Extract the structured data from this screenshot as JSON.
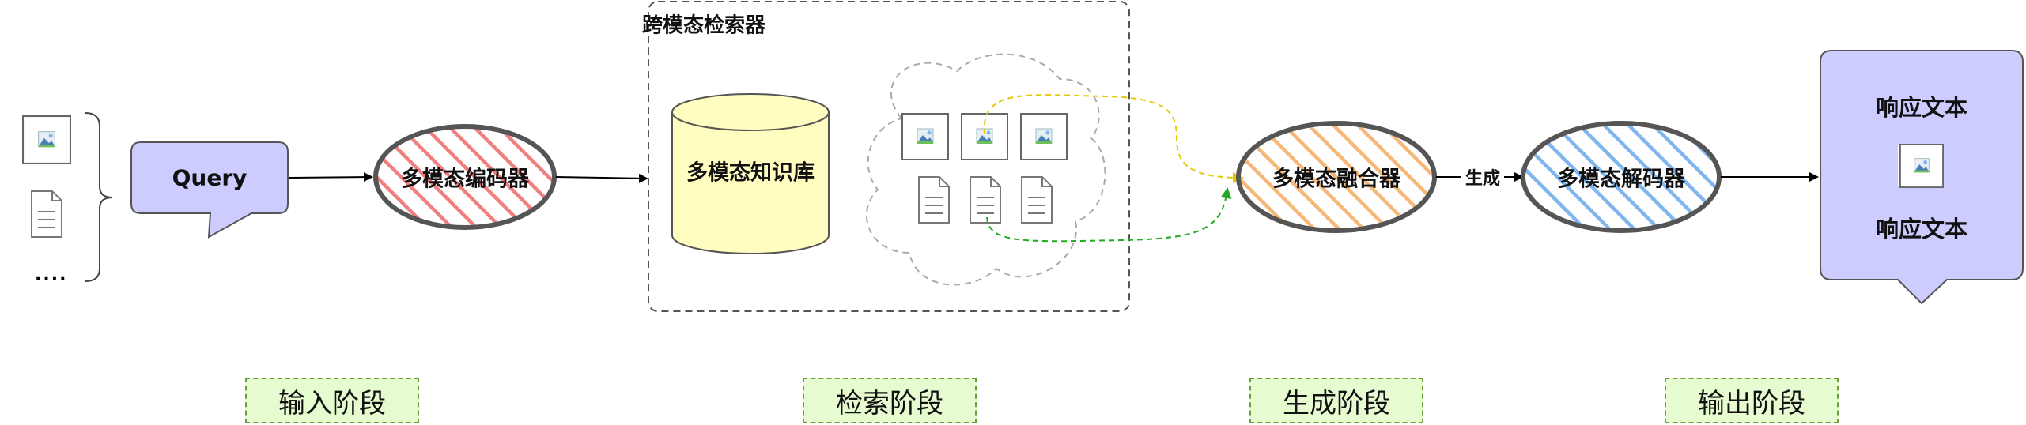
{
  "input": {
    "ellipsis": "...."
  },
  "query": {
    "label": "Query"
  },
  "encoder": {
    "label": "多模态编码器",
    "color": "#f08080"
  },
  "retriever": {
    "title": "跨模态检索器",
    "kb_label": "多模态知识库",
    "kb_fill": "#fffdc0"
  },
  "fuser": {
    "label": "多模态融合器",
    "color": "#f5b878"
  },
  "generate_edge": {
    "label": "生成"
  },
  "decoder": {
    "label": "多模态解码器",
    "color": "#7fb6ee"
  },
  "output": {
    "text_top": "响应文本",
    "text_bottom": "响应文本",
    "fill": "#ccccff"
  },
  "stages": [
    "输入阶段",
    "检索阶段",
    "生成阶段",
    "输出阶段"
  ],
  "colors": {
    "query_fill": "#ccccff",
    "stage_fill": "#e6fbd0",
    "yellow_arrow": "#e6c800",
    "green_arrow": "#22aa22"
  }
}
